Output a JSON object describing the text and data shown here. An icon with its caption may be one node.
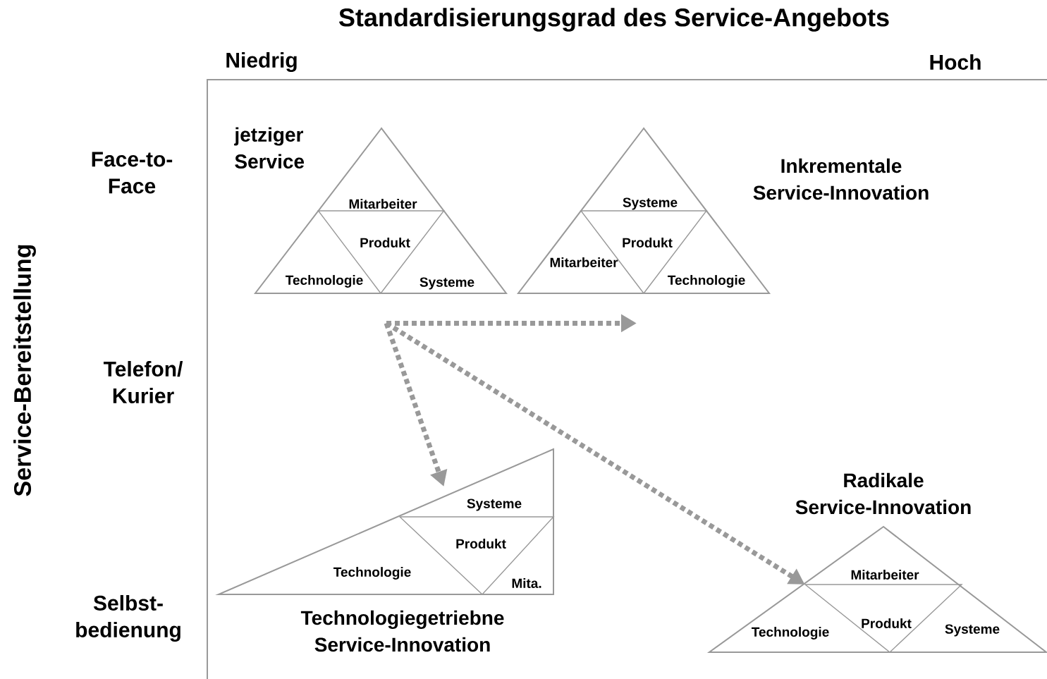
{
  "diagram": {
    "title": "Standardisierungsgrad des Service-Angebots",
    "nodes": [
      {
        "text": [
          "jetziger Service"
        ]
      },
      {
        "text": [
          "Mitarbeiter"
        ],
        "in": 0
      },
      {
        "text": [
          "Produkt"
        ],
        "in": 0
      },
      {
        "text": [
          "Technologie"
        ],
        "in": 0
      },
      {
        "text": [
          "Systeme"
        ],
        "in": 0
      },
      {
        "text": [
          "Inkrementale Service-Innovation"
        ]
      },
      {
        "text": [
          "Systeme"
        ],
        "in": 5
      },
      {
        "text": [
          "Produkt"
        ],
        "in": 5
      },
      {
        "text": [
          "Mitarbeiter"
        ],
        "in": 5
      },
      {
        "text": [
          "Technologie"
        ],
        "in": 5
      },
      {
        "text": [
          "Technologiegetriebne Service-Innovation"
        ]
      },
      {
        "text": [
          "Systeme"
        ],
        "in": 10
      },
      {
        "text": [
          "Produkt"
        ],
        "in": 10
      },
      {
        "text": [
          "Technologie"
        ],
        "in": 10
      },
      {
        "text": [
          "Mita."
        ],
        "in": 10
      },
      {
        "text": [
          "Radikale Service-Innovation"
        ]
      },
      {
        "text": [
          "Mitarbeiter"
        ],
        "in": 15
      },
      {
        "text": [
          "Produkt"
        ],
        "in": 15
      },
      {
        "text": [
          "Technologie"
        ],
        "in": 15
      },
      {
        "text": [
          "Systeme"
        ],
        "in": 15
      }
    ],
    "edges": [
      {
        "from": 0,
        "to": 5,
        "arrow": "to",
        "style": "dashed"
      },
      {
        "from": 0,
        "to": 10,
        "arrow": "to",
        "style": "dashed"
      },
      {
        "from": 0,
        "to": 15,
        "arrow": "to",
        "style": "dashed"
      }
    ],
    "labels": [
      "Niedrig",
      "Hoch",
      "Service-Bereitstellung",
      "Face-to- Face",
      "Telefon/ Kurier",
      "Selbst- bedienung"
    ]
  }
}
